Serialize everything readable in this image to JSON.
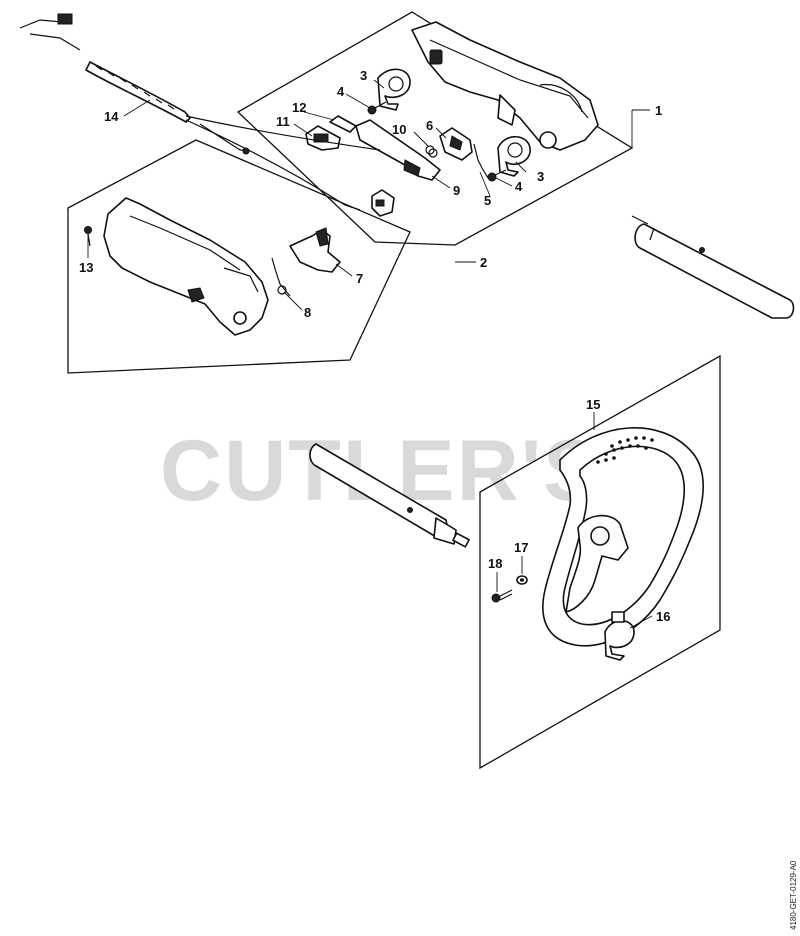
{
  "watermark": "CUTLER'S",
  "drawing_code": "4180-GET-0129-A0",
  "callouts": {
    "c1": "1",
    "c2": "2",
    "c3a": "3",
    "c3b": "3",
    "c4a": "4",
    "c4b": "4",
    "c5": "5",
    "c6": "6",
    "c7": "7",
    "c8": "8",
    "c9": "9",
    "c10": "10",
    "c11": "11",
    "c12": "12",
    "c13": "13",
    "c14": "14",
    "c15": "15",
    "c16": "16",
    "c17": "17",
    "c18": "18"
  }
}
